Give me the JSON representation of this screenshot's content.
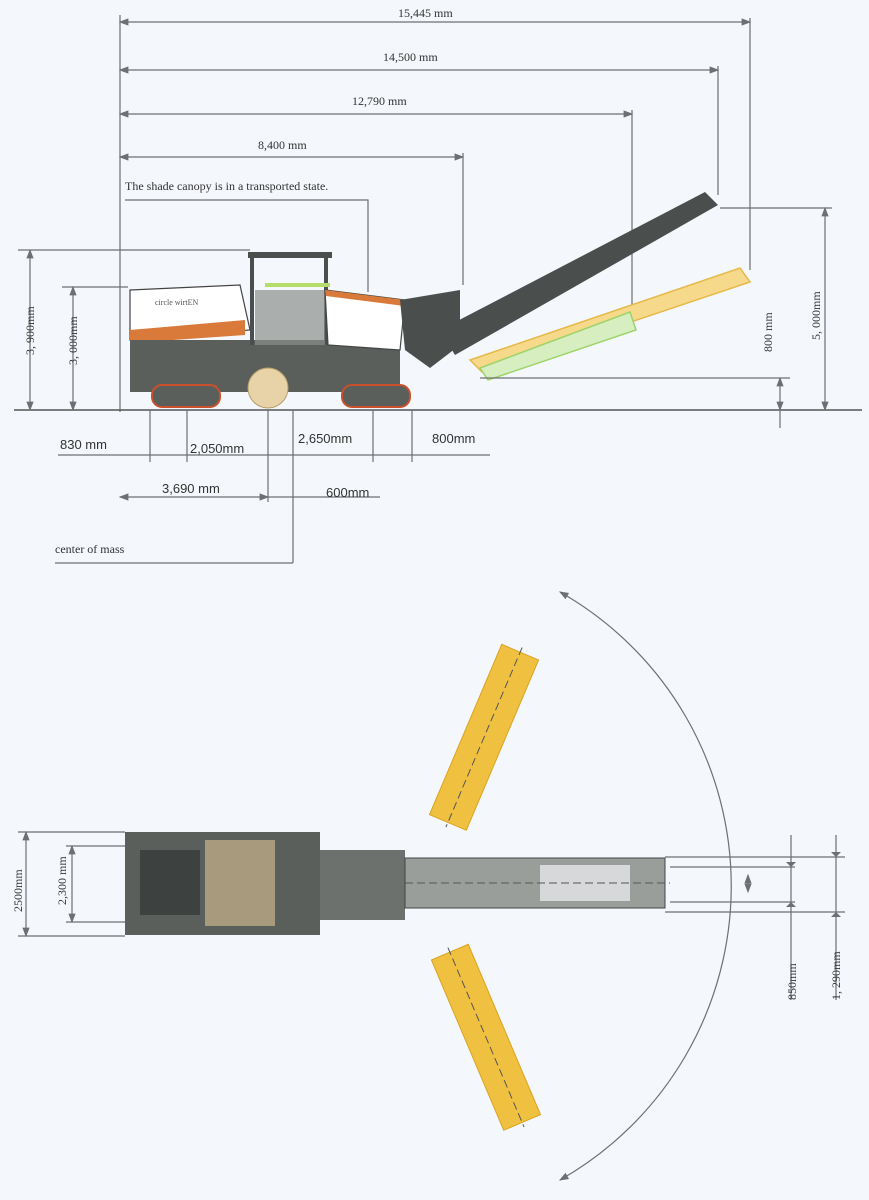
{
  "side_view": {
    "lengths": {
      "overall_15445": "15,445 mm",
      "overall_14500": "14,500 mm",
      "overall_12790": "12,790 mm",
      "overall_8400": "8,400 mm"
    },
    "canopy_note": "The shade canopy is in a transported state.",
    "heights": {
      "canopy_height": "3, 900mm",
      "body_height": "3, 000mm",
      "conveyor_low": "800 mm",
      "conveyor_discharge": "5, 000mm"
    },
    "bottom": {
      "front_overhang": "830 mm",
      "front_track_to_drum": "2,050mm",
      "drum_to_rear_track": "2,650mm",
      "rear_track": "800mm",
      "front_to_drum": "3,690 mm",
      "drum_to_cog": "600mm",
      "cog_label": "center of mass"
    },
    "logo_text": "circle wirtEN"
  },
  "top_view": {
    "overall_width": "2500mm",
    "track_width": "2,300 mm",
    "conveyor_width": "850mm",
    "conveyor_outer": "1, 290mm"
  },
  "colors": {
    "background": "#f4f7fb",
    "machine_body": "#5a5f5c",
    "conveyor_swing": "#f0c040",
    "conveyor_alt": "#9fd36a",
    "accent_orange": "#d97a3a"
  }
}
